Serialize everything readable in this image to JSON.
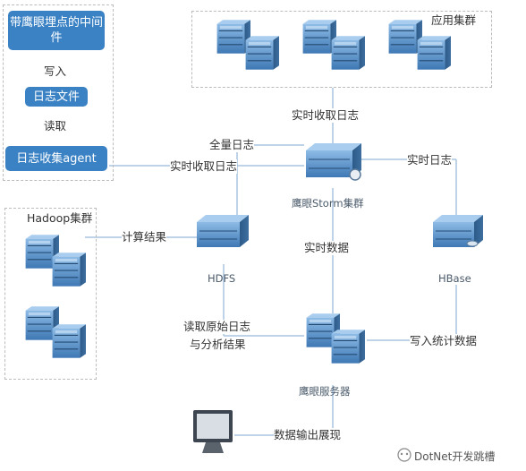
{
  "middleware_title": "带鹰眼埋点的中间件",
  "step_write": "写入",
  "log_file": "日志文件",
  "step_read": "读取",
  "log_collector": "日志收集agent",
  "app_cluster": "应用集群",
  "hadoop_cluster": "Hadoop集群",
  "storm_cluster": "鹰眼Storm集群",
  "hdfs": "HDFS",
  "hbase": "HBase",
  "eagle_server": "鹰眼服务器",
  "edges": {
    "realtime_collect_top": "实时收取日志",
    "full_log": "全量日志",
    "realtime_collect_left": "实时收取日志",
    "realtime_log": "实时日志",
    "compute_result": "计算结果",
    "realtime_data": "实时数据",
    "read_raw_1": "读取原始日志",
    "read_raw_2": "与分析结果",
    "write_stats": "写入统计数据",
    "data_output": "数据输出展现"
  },
  "watermark": "DotNet开发跳槽",
  "colors": {
    "accent": "#3b82c4",
    "line": "#a8c4e0",
    "server_dark": "#2f5f8f",
    "server_light": "#6fa8dc"
  },
  "icons": [
    "server-rack-icon",
    "monitor-icon",
    "wechat-icon"
  ]
}
